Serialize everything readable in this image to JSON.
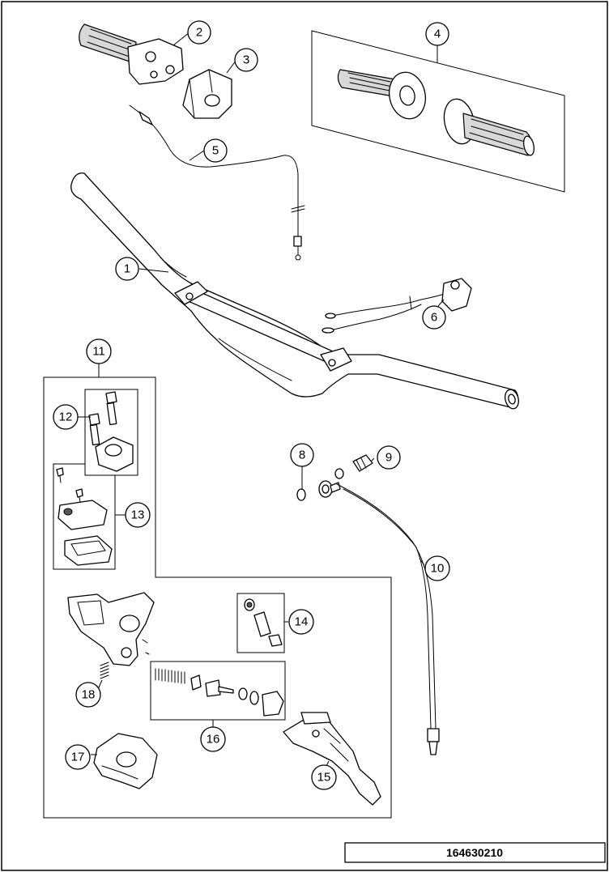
{
  "drawing_number": "164630210",
  "callouts": [
    {
      "id": "c1",
      "label": "1"
    },
    {
      "id": "c2",
      "label": "2"
    },
    {
      "id": "c3",
      "label": "3"
    },
    {
      "id": "c4",
      "label": "4"
    },
    {
      "id": "c5",
      "label": "5"
    },
    {
      "id": "c6",
      "label": "6"
    },
    {
      "id": "c8",
      "label": "8"
    },
    {
      "id": "c9",
      "label": "9"
    },
    {
      "id": "c10",
      "label": "10"
    },
    {
      "id": "c11",
      "label": "11"
    },
    {
      "id": "c12",
      "label": "12"
    },
    {
      "id": "c13",
      "label": "13"
    },
    {
      "id": "c14",
      "label": "14"
    },
    {
      "id": "c15",
      "label": "15"
    },
    {
      "id": "c16",
      "label": "16"
    },
    {
      "id": "c17",
      "label": "17"
    },
    {
      "id": "c18",
      "label": "18"
    }
  ]
}
